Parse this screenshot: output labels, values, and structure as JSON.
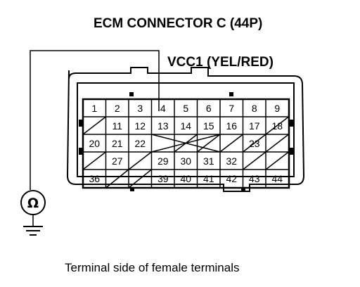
{
  "title": "ECM CONNECTOR C (44P)",
  "wire_label": "VCC1 (YEL/RED)",
  "caption": "Terminal side of female terminals",
  "meter_symbol": "Ω",
  "pins": {
    "row1": [
      "1",
      "2",
      "3",
      "4",
      "5",
      "6",
      "7",
      "8",
      "9"
    ],
    "row2": [
      "11",
      "12",
      "13",
      "14",
      "15",
      "16",
      "17",
      "18"
    ],
    "row3": [
      "20",
      "21",
      "22",
      "23"
    ],
    "row4": [
      "27",
      "29",
      "30",
      "31",
      "32"
    ],
    "row5": [
      "36",
      "39",
      "40",
      "41",
      "42",
      "43",
      "44"
    ]
  }
}
